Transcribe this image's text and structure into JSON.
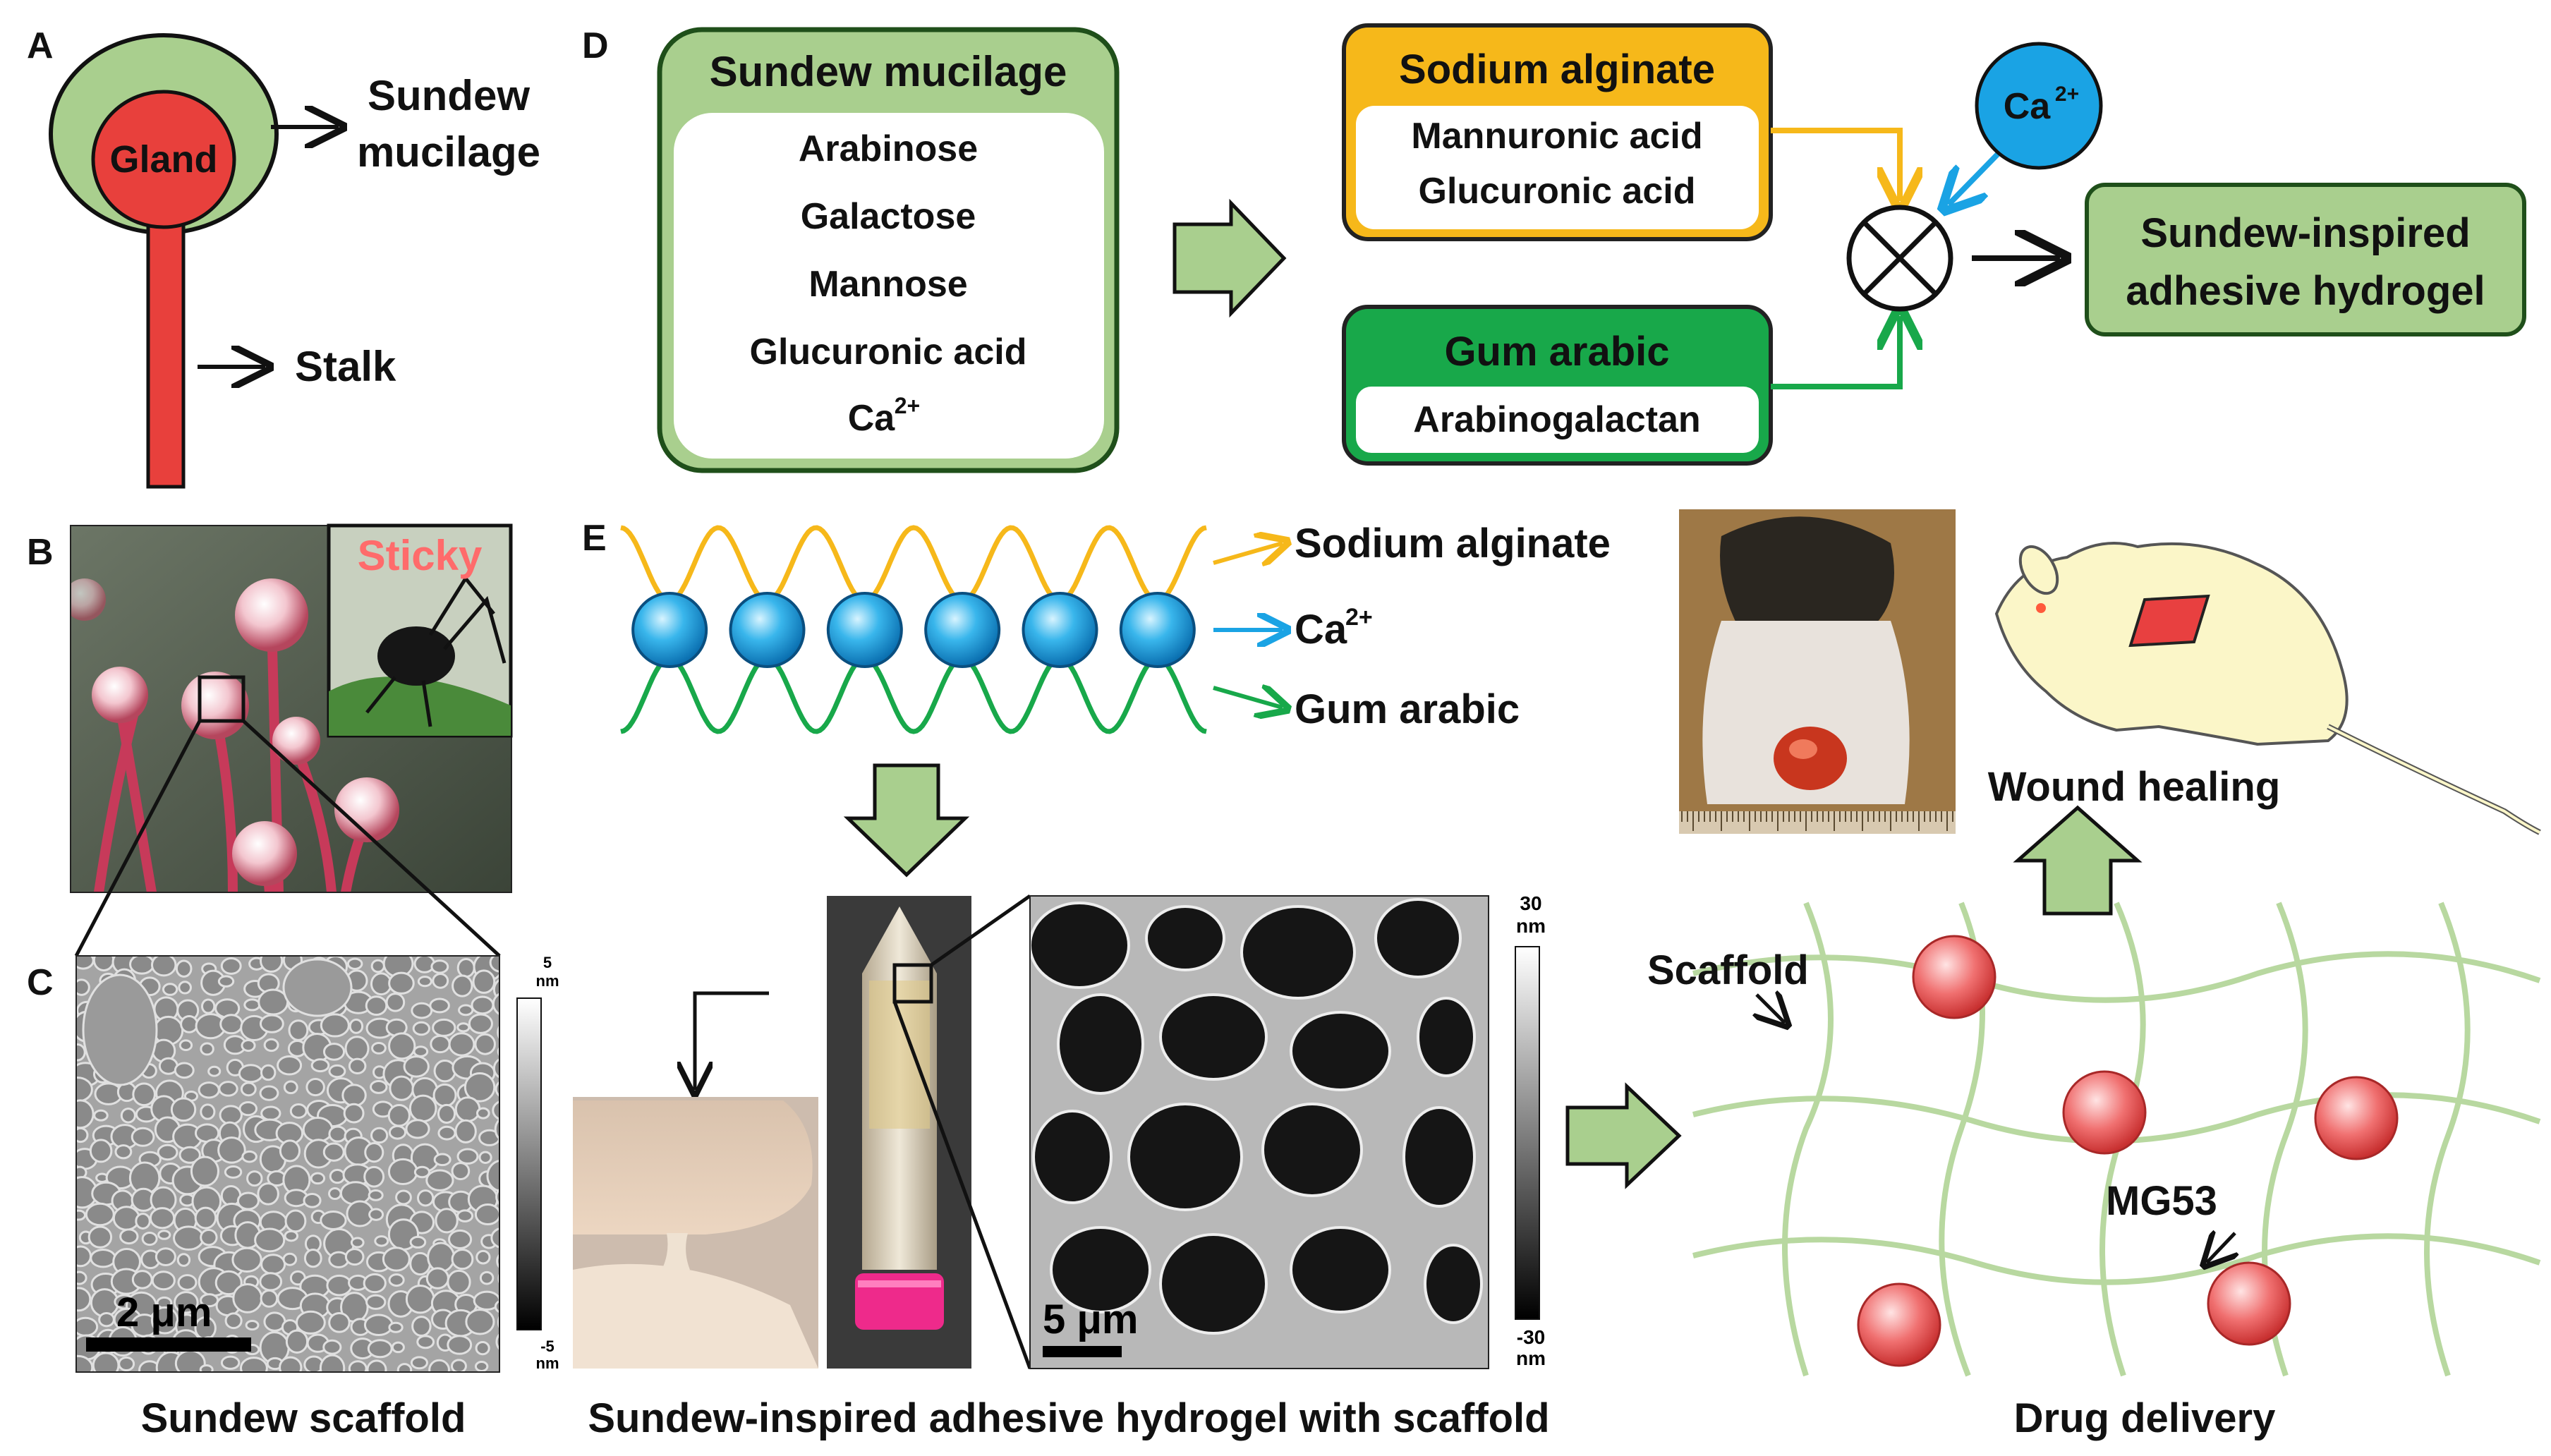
{
  "panels": {
    "a": "A",
    "b": "B",
    "c": "C",
    "d": "D",
    "e": "E"
  },
  "panel_a": {
    "gland": "Gland",
    "mucilage_line1": "Sundew",
    "mucilage_line2": "mucilage",
    "stalk": "Stalk"
  },
  "panel_b": {
    "sticky": "Sticky"
  },
  "panel_c": {
    "scale_bar": "2 μm",
    "colorbar_top_value": "5",
    "colorbar_top_unit": "nm",
    "colorbar_bottom_value": "-5",
    "colorbar_bottom_unit": "nm",
    "caption": "Sundew scaffold"
  },
  "panel_d": {
    "mucilage": {
      "title": "Sundew mucilage",
      "items": [
        "Arabinose",
        "Galactose",
        "Mannose",
        "Glucuronic acid"
      ],
      "ca_base": "Ca",
      "ca_sup": "2+"
    },
    "alginate": {
      "title": "Sodium alginate",
      "items": [
        "Mannuronic acid",
        "Glucuronic acid"
      ]
    },
    "gum": {
      "title": "Gum arabic",
      "items": [
        "Arabinogalactan"
      ]
    },
    "ca_base": "Ca",
    "ca_sup": "2+",
    "result_line1": "Sundew-inspired",
    "result_line2": "adhesive hydrogel"
  },
  "panel_e": {
    "legend_alginate": "Sodium alginate",
    "legend_ca_base": "Ca",
    "legend_ca_sup": "2+",
    "legend_gum": "Gum arabic",
    "afm_scale_bar": "5 μm",
    "afm_colorbar_top_value": "30",
    "afm_colorbar_top_unit": "nm",
    "afm_colorbar_bottom_value": "-30",
    "afm_colorbar_bottom_unit": "nm",
    "caption": "Sundew-inspired adhesive hydrogel with scaffold"
  },
  "panel_right": {
    "wound_healing": "Wound healing",
    "scaffold": "Scaffold",
    "mg53": "MG53",
    "caption": "Drug delivery"
  },
  "colors": {
    "green_fill": "#a9cf8e",
    "green_border": "#1f4f1a",
    "gland_red": "#e8403c",
    "alginate_orange": "#f6b81a",
    "gum_green": "#18a84a",
    "calcium_blue": "#1aa3e4",
    "network_green": "#b8d8a0",
    "mouse_fill": "#fbf6c8"
  }
}
